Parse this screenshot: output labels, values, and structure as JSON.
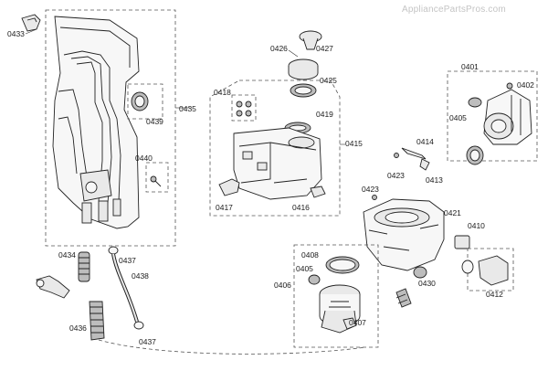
{
  "watermark": "AppliancePartsPros.com",
  "callouts": {
    "c0433": "0433",
    "c0435": "0435",
    "c0439": "0439",
    "c0440": "0440",
    "c0434": "0434",
    "c0437a": "0437",
    "c0438": "0438",
    "c0436": "0436",
    "c0437b": "0437",
    "c0426": "0426",
    "c0427": "0427",
    "c0425": "0425",
    "c0418": "0418",
    "c0419": "0419",
    "c0415": "0415",
    "c0417": "0417",
    "c0416": "0416",
    "c0401": "0401",
    "c0402": "0402",
    "c0405a": "0405",
    "c0414": "0414",
    "c0423a": "0423",
    "c0413": "0413",
    "c0423b": "0423",
    "c0421": "0421",
    "c0410": "0410",
    "c0408": "0408",
    "c0405b": "0405",
    "c0406": "0406",
    "c0430": "0430",
    "c0412": "0412",
    "c0407": "0407"
  }
}
